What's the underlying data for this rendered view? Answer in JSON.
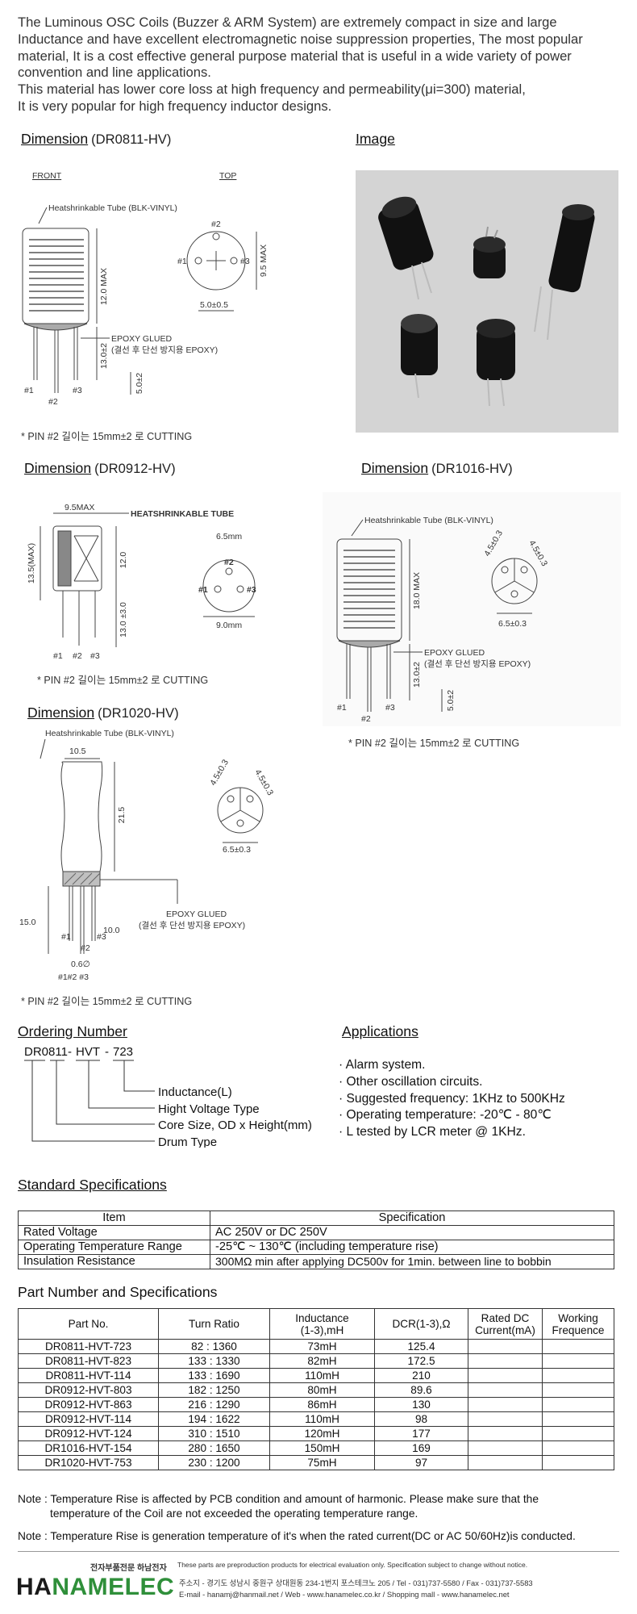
{
  "intro": [
    "The Luminous OSC Coils (Buzzer & ARM System) are extremely compact in size and large",
    "Inductance and have excellent electromagnetic noise suppression properties, The most popular",
    "material, It is a cost effective general purpose material that is useful in a wide variety of power",
    "convention and line applications.",
    "This material has lower core loss at high frequency and permeability(μi=300) material,",
    "It is very popular for high frequency inductor designs."
  ],
  "dim_heading": "Dimension",
  "image_heading": "Image",
  "models": {
    "a": "(DR0811-HV)",
    "b": "(DR0912-HV)",
    "c": "(DR1016-HV)",
    "d": "(DR1020-HV)"
  },
  "pin_note": "* PIN #2 길이는 15mm±2 로 CUTTING",
  "drawing": {
    "front": "FRONT",
    "top": "TOP",
    "tube": "Heatshrinkable Tube (BLK-VINYL)",
    "tube_caps": "HEATSHRINKABLE TUBE",
    "epoxy": "EPOXY GLUED",
    "epoxy_kr": "(결선 후 단선 방지용 EPOXY)",
    "p1": "#1",
    "p2": "#2",
    "p3": "#3",
    "pins": "#1#2 #3",
    "d12max": "12.0 MAX",
    "d95max": "9.5 MAX",
    "d5": "5.0±0.5",
    "d13": "13.0±2",
    "d5b": "5.0±2",
    "d95": "9.5MAX",
    "d135": "13.5(MAX)",
    "d12": "12.0",
    "d13b": "13.0 ±3.0",
    "d65": "6.5mm",
    "d90": "9.0mm",
    "d18max": "18.0 MAX",
    "d45": "4.5±0.3",
    "d65b": "6.5±0.3",
    "d105": "10.5",
    "d215": "21.5",
    "d10": "10.0",
    "d15": "15.0",
    "d06": "0.6∅"
  },
  "ordering": {
    "heading": "Ordering Number",
    "code_a": "DR0811",
    "code_b": "HVT",
    "code_c": "723",
    "sep": "-",
    "labels": [
      "Inductance(L)",
      "Hight Voltage Type",
      "Core Size, OD x Height(mm)",
      "Drum Type"
    ]
  },
  "applications": {
    "heading": "Applications",
    "items": [
      "· Alarm system.",
      "· Other oscillation circuits.",
      "· Suggested frequency: 1KHz to 500KHz",
      "· Operating temperature: -20℃ - 80℃",
      "· L tested by LCR meter @ 1KHz."
    ]
  },
  "std_spec": {
    "heading": "Standard Specifications",
    "cols": [
      "Item",
      "Specification"
    ],
    "rows": [
      [
        "Rated Voltage",
        "AC 250V or DC 250V"
      ],
      [
        "Operating Temperature Range",
        "-25℃ ~ 130℃ (including temperature rise)"
      ],
      [
        "Insulation Resistance",
        "300MΩ min after applying DC500v for 1min. between line to bobbin"
      ]
    ]
  },
  "parts": {
    "heading": "Part Number and Specifications",
    "cols": [
      "Part No.",
      "Turn Ratio",
      "Inductance\n(1-3),mH",
      "DCR(1-3),Ω",
      "Rated DC\nCurrent(mA)",
      "Working\nFrequence"
    ],
    "rows": [
      [
        "DR0811-HVT-723",
        "82 : 1360",
        "73mH",
        "125.4",
        "",
        ""
      ],
      [
        "DR0811-HVT-823",
        "133 : 1330",
        "82mH",
        "172.5",
        "",
        ""
      ],
      [
        "DR0811-HVT-114",
        "133 : 1690",
        "110mH",
        "210",
        "",
        ""
      ],
      [
        "DR0912-HVT-803",
        "182 : 1250",
        "80mH",
        "89.6",
        "",
        ""
      ],
      [
        "DR0912-HVT-863",
        "216 : 1290",
        "86mH",
        "130",
        "",
        ""
      ],
      [
        "DR0912-HVT-114",
        "194 : 1622",
        "110mH",
        "98",
        "",
        ""
      ],
      [
        "DR0912-HVT-124",
        "310 : 1510",
        "120mH",
        "177",
        "",
        ""
      ],
      [
        "DR1016-HVT-154",
        "280 : 1650",
        "150mH",
        "169",
        "",
        ""
      ],
      [
        "DR1020-HVT-753",
        "230 : 1200",
        "75mH",
        "97",
        "",
        ""
      ]
    ]
  },
  "notes": [
    "Note : Temperature Rise is affected by PCB condition and amount of harmonic. Please make sure that the",
    "temperature of the Coil are not exceeded the operating temperature range.",
    "Note : Temperature Rise is generation temperature of it's when the rated current(DC or AC 50/60Hz)is conducted."
  ],
  "footer": {
    "logo_a": "HA",
    "logo_b": "NAMELEC",
    "brand_kr": "전자부품전문 하남전자",
    "disclaimer": "These parts are preproduction products for electrical evaluation only. Specification subject to change without notice.",
    "address": "주소지 - 경기도 성남시 중원구 상대원동 234-1번지 포스테크노 205  /  Tel - 031)737-5580  /  Fax - 031)737-5583",
    "contact": "E-mail - hanamj@hanmail.net  /  Web - www.hanamelec.co.kr  /  Shopping mall - www.hanamelec.net"
  },
  "colors": {
    "logo_dark": "#1a1a1a",
    "logo_green": "#2f8f3a",
    "photo_bg": "#d4d4d4"
  }
}
